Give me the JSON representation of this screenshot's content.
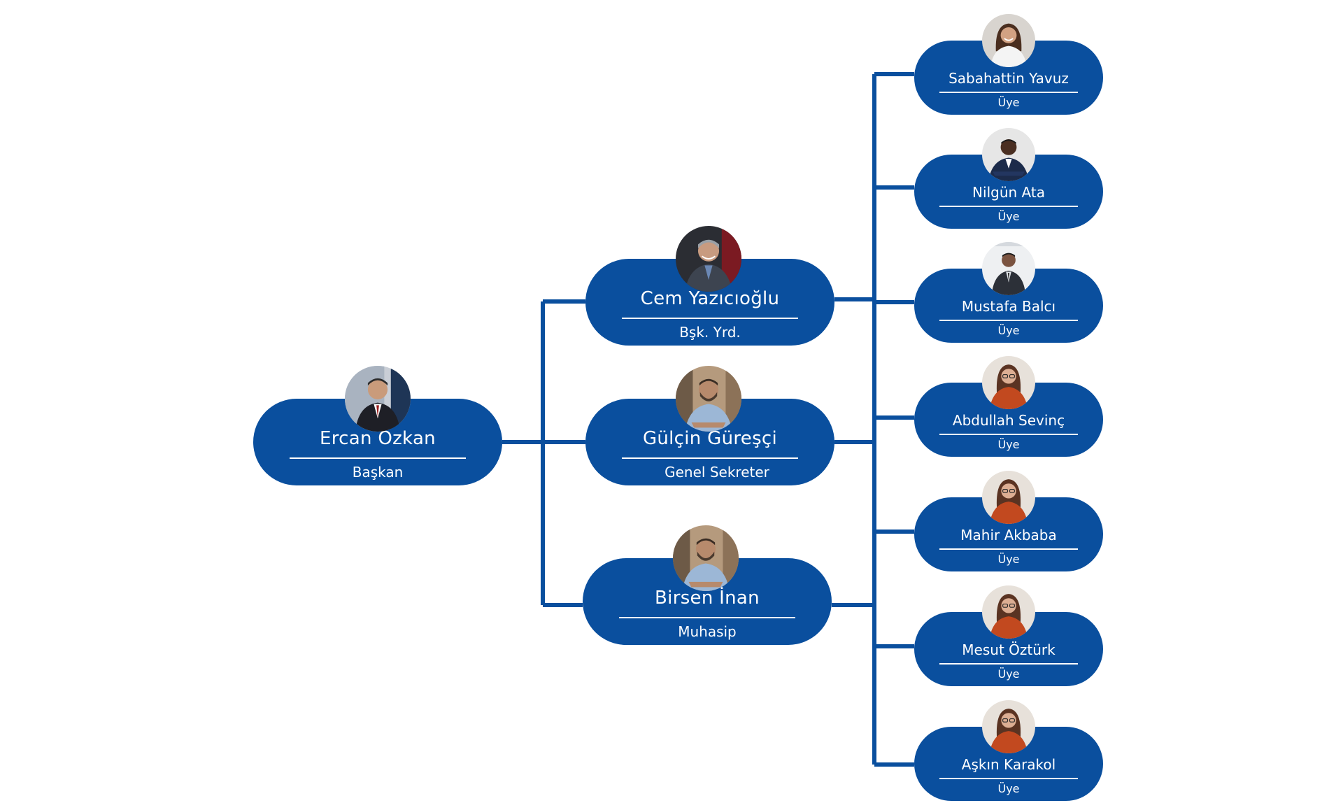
{
  "colors": {
    "node_fill": "#0a4f9e",
    "connector": "#0a4f9e",
    "text": "#ffffff",
    "background": "#ffffff"
  },
  "root": {
    "name": "Ercan Özkan",
    "role": "Başkan",
    "avatar": "man-suit-tie-avatar-icon"
  },
  "officers": [
    {
      "name": "Cem Yazıcıoğlu",
      "role": "Bşk. Yrd.",
      "avatar": "man-grey-hair-blazer-avatar-icon"
    },
    {
      "name": "Gülçin Güreşçi",
      "role": "Genel Sekreter",
      "avatar": "bearded-man-blue-shirt-avatar-icon"
    },
    {
      "name": "Birsen İnan",
      "role": "Muhasip",
      "avatar": "bearded-man-blue-shirt-avatar-icon"
    }
  ],
  "members": [
    {
      "name": "Sabahattin Yavuz",
      "role": "Üye",
      "avatar": "smiling-woman-white-top-avatar-icon"
    },
    {
      "name": "Nilgün Ata",
      "role": "Üye",
      "avatar": "man-navy-suit-arms-crossed-avatar-icon"
    },
    {
      "name": "Mustafa Balcı",
      "role": "Üye",
      "avatar": "man-dark-suit-avatar-icon"
    },
    {
      "name": "Abdullah Sevinç",
      "role": "Üye",
      "avatar": "woman-glasses-red-top-avatar-icon"
    },
    {
      "name": "Mahir Akbaba",
      "role": "Üye",
      "avatar": "woman-glasses-red-top-avatar-icon"
    },
    {
      "name": "Mesut Öztürk",
      "role": "Üye",
      "avatar": "woman-glasses-red-top-avatar-icon"
    },
    {
      "name": "Aşkın Karakol",
      "role": "Üye",
      "avatar": "woman-glasses-red-top-avatar-icon"
    }
  ]
}
